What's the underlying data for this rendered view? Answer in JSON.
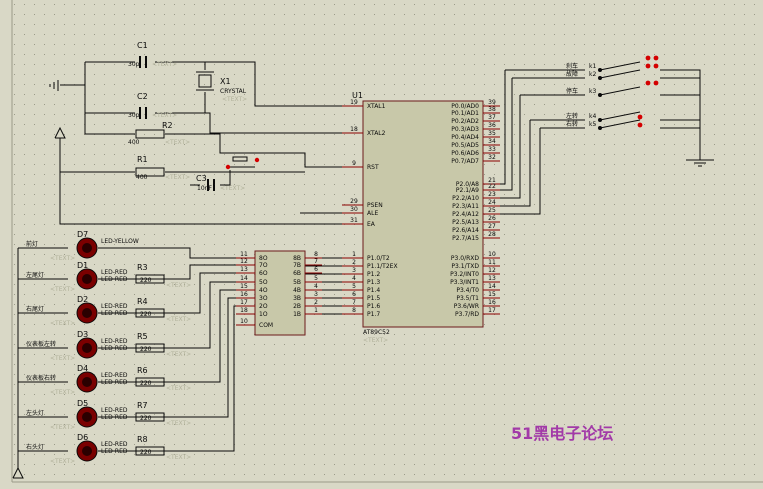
{
  "watermark": "51黑电子论坛",
  "colors": {
    "background": "#d9d8c6",
    "grid_dot": "#9a9a88",
    "wire": "#0a0a0a",
    "pin": "#8b0000",
    "chip_fill": "#c8c8a9",
    "chip_stroke": "#6b1a1a",
    "led_fill": "#7a0000",
    "switch_dot": "#d40000",
    "faint_text": "#b0b09a",
    "watermark": "#a23aa8"
  },
  "icons": {
    "ground": "ground-icon",
    "led": "led-icon",
    "switch": "switch-icon"
  },
  "components": {
    "c1": {
      "ref": "C1",
      "value": "30p",
      "placeholder": "<TEXT>"
    },
    "c2": {
      "ref": "C2",
      "value": "30p",
      "placeholder": "<TEXT>"
    },
    "c3": {
      "ref": "C3",
      "value": "10nF",
      "placeholder": "<TEXT>"
    },
    "x1": {
      "ref": "X1",
      "value": "CRYSTAL",
      "placeholder": "<TEXT>"
    },
    "r1": {
      "ref": "R1",
      "value": "400",
      "placeholder": "<TEXT>"
    },
    "r2": {
      "ref": "R2",
      "value": "400",
      "placeholder": "<TEXT>"
    },
    "u1": {
      "ref": "U1",
      "part": "AT89C52",
      "placeholder": "<TEXT>",
      "left_pins": [
        {
          "num": "19",
          "name": "XTAL1"
        },
        {
          "num": "18",
          "name": "XTAL2"
        },
        {
          "num": "9",
          "name": "RST"
        },
        {
          "num": "29",
          "name": "PSEN"
        },
        {
          "num": "30",
          "name": "ALE"
        },
        {
          "num": "31",
          "name": "EA"
        },
        {
          "num": "1",
          "name": "P1.0/T2"
        },
        {
          "num": "2",
          "name": "P1.1/T2EX"
        },
        {
          "num": "3",
          "name": "P1.2"
        },
        {
          "num": "4",
          "name": "P1.3"
        },
        {
          "num": "5",
          "name": "P1.4"
        },
        {
          "num": "6",
          "name": "P1.5"
        },
        {
          "num": "7",
          "name": "P1.6"
        },
        {
          "num": "8",
          "name": "P1.7"
        }
      ],
      "right_pins": [
        {
          "num": "39",
          "name": "P0.0/AD0"
        },
        {
          "num": "38",
          "name": "P0.1/AD1"
        },
        {
          "num": "37",
          "name": "P0.2/AD2"
        },
        {
          "num": "36",
          "name": "P0.3/AD3"
        },
        {
          "num": "35",
          "name": "P0.4/AD4"
        },
        {
          "num": "34",
          "name": "P0.5/AD5"
        },
        {
          "num": "33",
          "name": "P0.6/AD6"
        },
        {
          "num": "32",
          "name": "P0.7/AD7"
        },
        {
          "num": "21",
          "name": "P2.0/A8"
        },
        {
          "num": "22",
          "name": "P2.1/A9"
        },
        {
          "num": "23",
          "name": "P2.2/A10"
        },
        {
          "num": "24",
          "name": "P2.3/A11"
        },
        {
          "num": "25",
          "name": "P2.4/A12"
        },
        {
          "num": "26",
          "name": "P2.5/A13"
        },
        {
          "num": "27",
          "name": "P2.6/A14"
        },
        {
          "num": "28",
          "name": "P2.7/A15"
        },
        {
          "num": "10",
          "name": "P3.0/RXD"
        },
        {
          "num": "11",
          "name": "P3.1/TXD"
        },
        {
          "num": "12",
          "name": "P3.2/INT0"
        },
        {
          "num": "13",
          "name": "P3.3/INT1"
        },
        {
          "num": "14",
          "name": "P3.4/T0"
        },
        {
          "num": "15",
          "name": "P3.5/T1"
        },
        {
          "num": "16",
          "name": "P3.6/WR"
        },
        {
          "num": "17",
          "name": "P3.7/RD"
        }
      ]
    },
    "driver": {
      "left_pins": [
        {
          "num": "11",
          "name": "8O"
        },
        {
          "num": "12",
          "name": "7O"
        },
        {
          "num": "13",
          "name": "6O"
        },
        {
          "num": "14",
          "name": "5O"
        },
        {
          "num": "15",
          "name": "4O"
        },
        {
          "num": "16",
          "name": "3O"
        },
        {
          "num": "17",
          "name": "2O"
        },
        {
          "num": "18",
          "name": "1O"
        },
        {
          "num": "10",
          "name": "COM"
        }
      ],
      "right_pins": [
        {
          "num": "8",
          "name": "8B"
        },
        {
          "num": "7",
          "name": "7B"
        },
        {
          "num": "6",
          "name": "6B"
        },
        {
          "num": "5",
          "name": "5B"
        },
        {
          "num": "4",
          "name": "4B"
        },
        {
          "num": "3",
          "name": "3B"
        },
        {
          "num": "2",
          "name": "2B"
        },
        {
          "num": "1",
          "name": "1B"
        }
      ]
    },
    "leds": [
      {
        "ref": "D7",
        "label": "前灯",
        "type": "LED-YELLOW",
        "placeholder": "<TEXT>",
        "resistor": null,
        "rvalue": null
      },
      {
        "ref": "D1",
        "label": "左尾灯",
        "type": "LED-RED",
        "placeholder": "<TEXT>",
        "resistor": "R3",
        "rvalue": "220"
      },
      {
        "ref": "D2",
        "label": "右尾灯",
        "type": "LED-RED",
        "placeholder": "<TEXT>",
        "resistor": "R4",
        "rvalue": "220"
      },
      {
        "ref": "D3",
        "label": "仪表板左转",
        "type": "LED-RED",
        "placeholder": "<TEXT>",
        "resistor": "R5",
        "rvalue": "220"
      },
      {
        "ref": "D4",
        "label": "仪表板右转",
        "type": "LED-RED",
        "placeholder": "<TEXT>",
        "resistor": "R6",
        "rvalue": "220"
      },
      {
        "ref": "D5",
        "label": "左头灯",
        "type": "LED-RED",
        "placeholder": "<TEXT>",
        "resistor": "R7",
        "rvalue": "220"
      },
      {
        "ref": "D6",
        "label": "右头灯",
        "type": "LED-RED",
        "placeholder": "<TEXT>",
        "resistor": "R8",
        "rvalue": "220"
      }
    ],
    "switches": [
      {
        "ref": "k1",
        "label": "刹车"
      },
      {
        "ref": "k2",
        "label": "故障"
      },
      {
        "ref": "k3",
        "label": "停车"
      },
      {
        "ref": "k4",
        "label": "左转"
      },
      {
        "ref": "k5",
        "label": "右转"
      }
    ]
  }
}
